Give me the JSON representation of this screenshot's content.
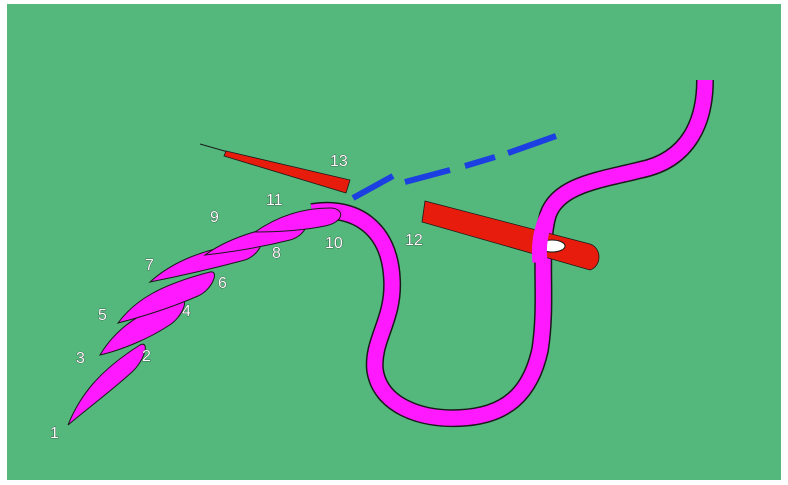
{
  "colors": {
    "background": "#54b87c",
    "thread": "#ff19ff",
    "needle": "#e81c0c",
    "dash": "#1b3fe0",
    "outline": "#1a1a1a"
  },
  "icons": {
    "thread": "embroidery-thread",
    "needle_front": "needle-with-eye",
    "needle_back": "needle-tip",
    "dash": "running-stitch-dashes"
  },
  "labels": {
    "p1": "1",
    "p2": "2",
    "p3": "3",
    "p4": "4",
    "p5": "5",
    "p6": "6",
    "p7": "7",
    "p8": "8",
    "p9": "9",
    "p10": "10",
    "p11": "11",
    "p12": "12",
    "p13": "13"
  }
}
